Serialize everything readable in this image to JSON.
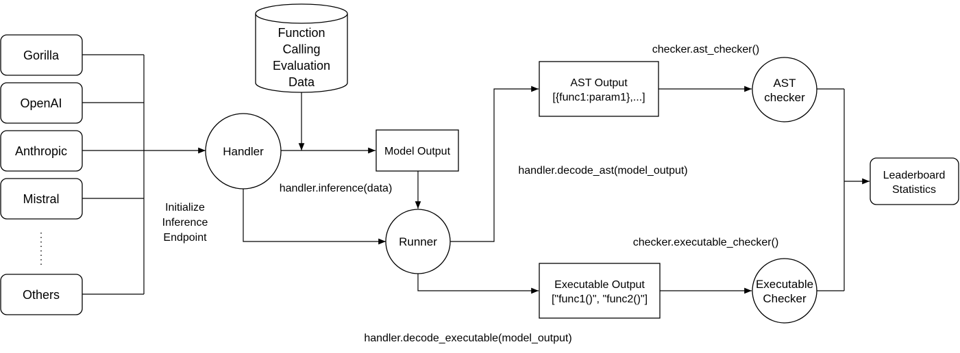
{
  "providers": [
    "Gorilla",
    "OpenAI",
    "Anthropic",
    "Mistral",
    "Others"
  ],
  "provider_ellipsis": ":",
  "init_label": [
    "Initialize",
    "Inference",
    "Endpoint"
  ],
  "data_store": [
    "Function",
    "Calling",
    "Evaluation",
    "Data"
  ],
  "handler": "Handler",
  "inference_label": "handler.inference(data)",
  "model_output": "Model Output",
  "runner": "Runner",
  "ast_output": [
    "AST Output",
    "[{func1:param1},...]"
  ],
  "decode_ast_label": "handler.decode_ast(model_output)",
  "ast_checker_call": "checker.ast_checker()",
  "ast_checker": [
    "AST",
    "checker"
  ],
  "exec_output": [
    "Executable Output",
    "[\"func1()\", \"func2()\"]"
  ],
  "decode_exec_label": "handler.decode_executable(model_output)",
  "exec_checker_call": "checker.executable_checker()",
  "exec_checker": [
    "Executable",
    "Checker"
  ],
  "leaderboard": [
    "Leaderboard",
    "Statistics"
  ]
}
